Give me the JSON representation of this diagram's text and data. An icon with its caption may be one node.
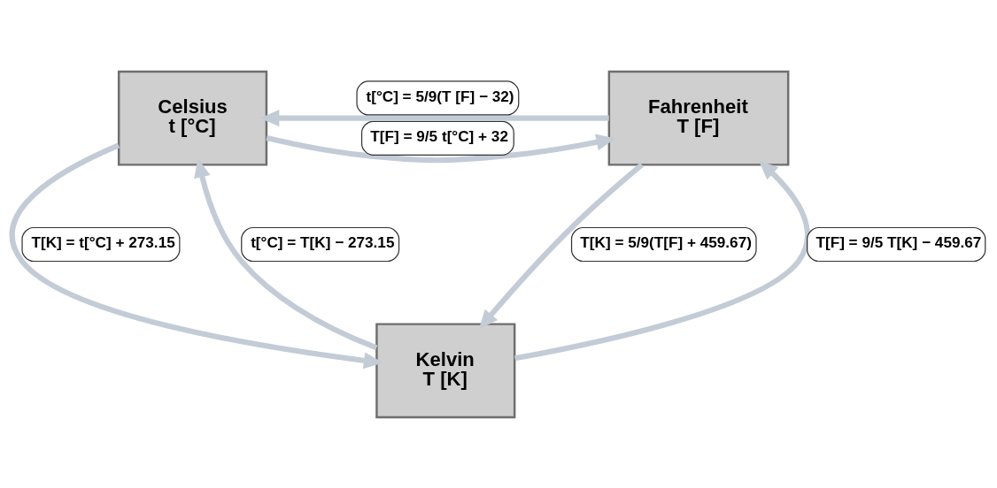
{
  "diagram": {
    "nodes": [
      {
        "text": [
          "Celsius",
          "t [°C]"
        ]
      },
      {
        "text": [
          "Fahrenheit",
          "T [F]"
        ]
      },
      {
        "text": [
          "Kelvin",
          "T [K]"
        ]
      }
    ],
    "edges": [
      {
        "from": 1,
        "to": 0,
        "arrow": "to",
        "label": "t[°C] = 5/9(T [F] − 32)"
      },
      {
        "from": 0,
        "to": 1,
        "arrow": "to",
        "label": "T[F] = 9/5 t[°C] + 32"
      },
      {
        "from": 2,
        "to": 0,
        "arrow": "to",
        "label": "t[°C] = T[K] − 273.15"
      },
      {
        "from": 0,
        "to": 2,
        "arrow": "to",
        "label": "T[K] = t[°C] + 273.15"
      },
      {
        "from": 2,
        "to": 1,
        "arrow": "to",
        "label": "T[F] = 9/5 T[K] − 459.67"
      },
      {
        "from": 1,
        "to": 2,
        "arrow": "to",
        "label": "T[K] = 5/9(T[F] + 459.67)"
      }
    ]
  }
}
